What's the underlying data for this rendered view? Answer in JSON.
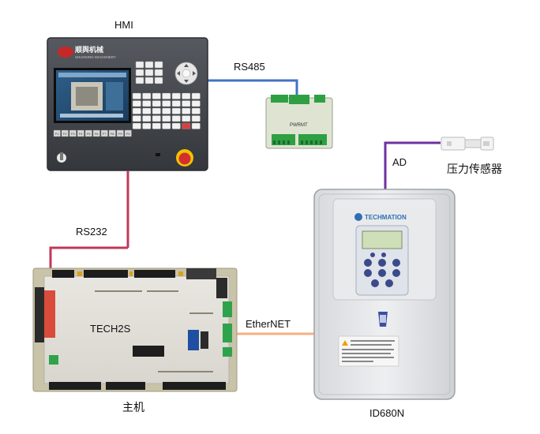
{
  "labels": {
    "hmi": "HMI",
    "rs485": "RS485",
    "rs232": "RS232",
    "ad": "AD",
    "pressure_sensor": "压力传感器",
    "ethernet": "EtherNET",
    "main_unit": "主机",
    "tech2s": "TECH2S",
    "drive": "ID680N"
  },
  "device_text": {
    "hmi_brand_cn": "顺舆机械",
    "hmi_brand_en": "SHUNXING MACHINERY",
    "module_name": "PWRMT",
    "drive_brand": "TECHMATION"
  },
  "hmi_keys": {
    "function_keys": [
      "F1",
      "F2",
      "F3",
      "F4",
      "F5",
      "F6",
      "F7",
      "F8",
      "F9",
      "F0"
    ]
  },
  "colors": {
    "rs485_line": "#4472c4",
    "rs232_line": "#c0395a",
    "ad_line": "#7030a0",
    "ethernet_line": "#f4b183"
  }
}
